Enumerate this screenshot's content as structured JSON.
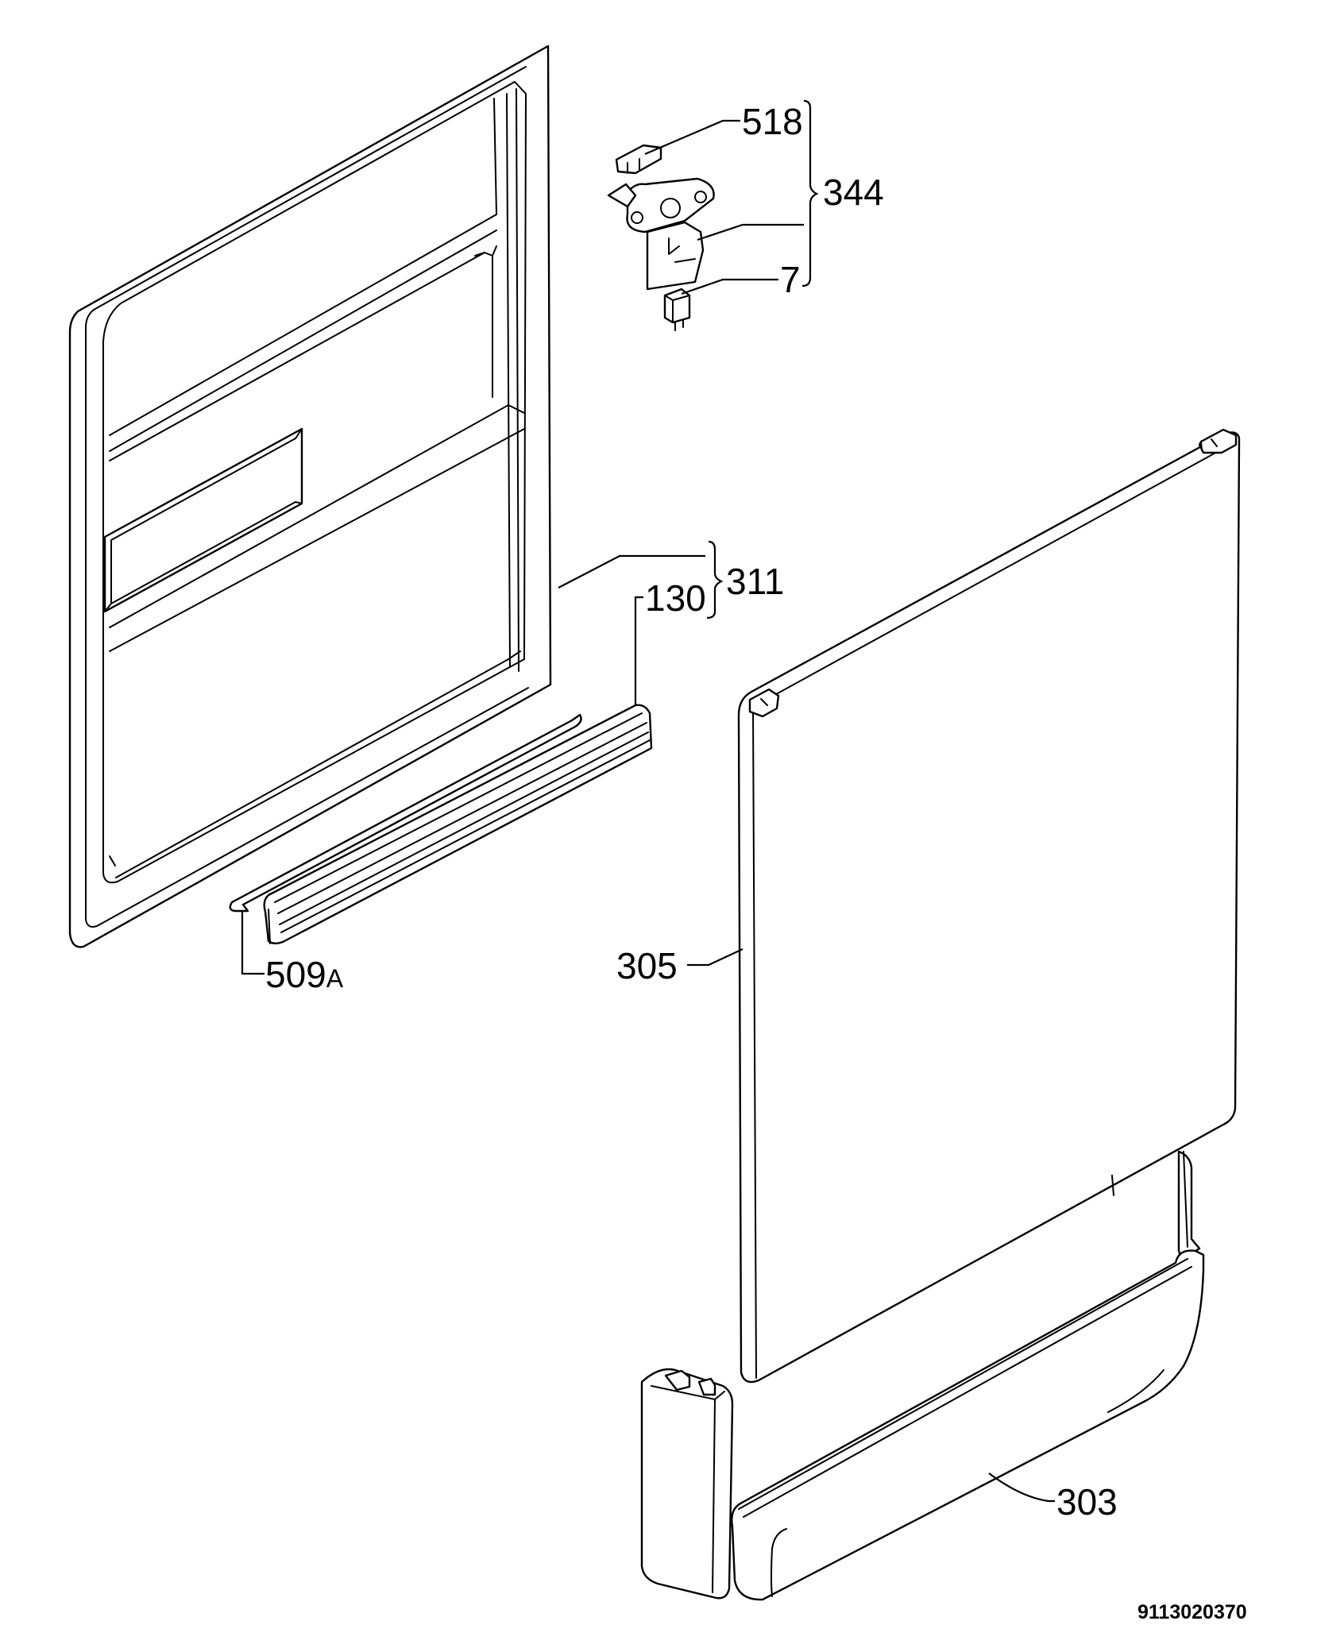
{
  "labels": {
    "p518": "518",
    "p344": "344",
    "p7": "7",
    "p311": "311",
    "p130": "130",
    "p509": "509",
    "p509_suffix": "A",
    "p305": "305",
    "p303": "303"
  },
  "document_number": "9113020370"
}
